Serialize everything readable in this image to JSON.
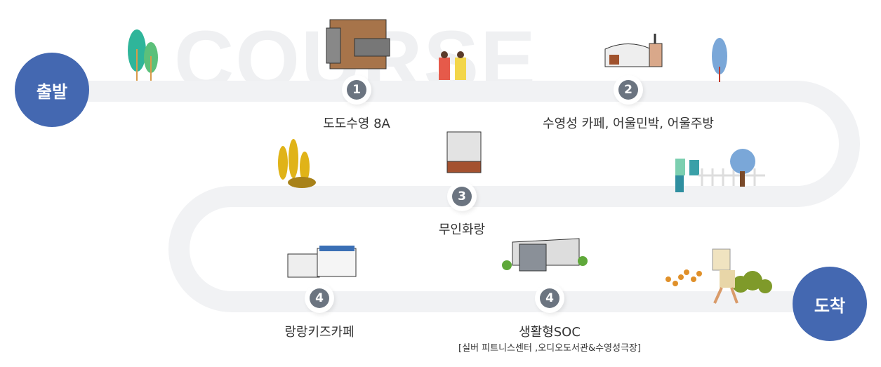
{
  "watermark": "COURSE",
  "start_label": "출발",
  "end_label": "도착",
  "stops": [
    {
      "number": "1",
      "name": "도도수영 8A"
    },
    {
      "number": "2",
      "name": "수영성 카페, 어울민박, 어울주방"
    },
    {
      "number": "3",
      "name": "무인화랑"
    },
    {
      "number": "4",
      "name": "랑랑키즈카페"
    },
    {
      "number": "4",
      "name": "생활형SOC",
      "detail": "[실버 피트니스센터 ,오디오도서관&수영성극장]"
    }
  ],
  "colors": {
    "accent": "#4468b1",
    "marker": "#6b7480",
    "road": "#f1f2f4"
  }
}
